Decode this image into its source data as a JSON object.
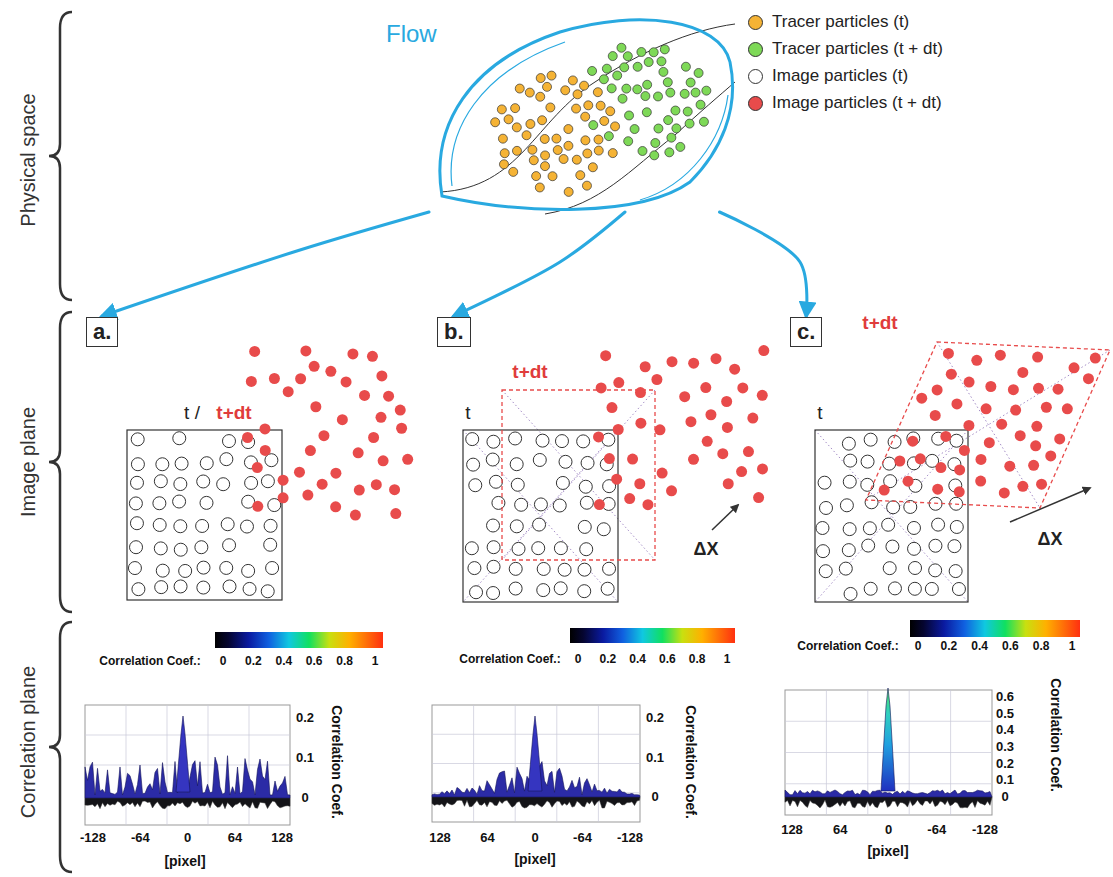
{
  "diagram": {
    "nodes": [
      {
        "text": [
          "Flow"
        ]
      },
      {
        "text": [
          "a."
        ]
      },
      {
        "text": [
          "b."
        ]
      },
      {
        "text": [
          "c."
        ]
      }
    ],
    "edges": [
      {
        "from": 0,
        "to": 1,
        "arrow": "to"
      },
      {
        "from": 0,
        "to": 2,
        "arrow": "to"
      },
      {
        "from": 0,
        "to": 3,
        "arrow": "to"
      }
    ],
    "labels": [
      "Physical space",
      "Image plane",
      "Correlation plane",
      "t /",
      "t+dt",
      "t",
      "t+dt",
      "ΔX",
      "t",
      "t+dt",
      "ΔX",
      "Correlation Coef.:",
      "0",
      "0.2",
      "0.4",
      "0.6",
      "0.8",
      "1",
      "Correlation Coef.",
      "0.2",
      "0.1",
      "0",
      "-128",
      "-64",
      "0",
      "64",
      "128",
      "[pixel]",
      "Correlation Coef.:",
      "0",
      "0.2",
      "0.4",
      "0.6",
      "0.8",
      "1",
      "Correlation Coef.",
      "0.2",
      "0.1",
      "0",
      "128",
      "64",
      "0",
      "-64",
      "-128",
      "[pixel]",
      "Correlation Coef.:",
      "0",
      "0.2",
      "0.4",
      "0.6",
      "0.8",
      "1",
      "Correlation Coef.",
      "0.6",
      "0.5",
      "0.4",
      "0.3",
      "0.2",
      "0.1",
      "0",
      "128",
      "64",
      "0",
      "-64",
      "-128",
      "[pixel]"
    ],
    "legend": [
      {
        "text": "Tracer particles (t)",
        "color": "#f5b335"
      },
      {
        "text": "Tracer particles (t + dt)",
        "color": "#7ed957"
      },
      {
        "text": "Image particles (t)",
        "color": "#ffffff"
      },
      {
        "text": "Image particles (t + dt)",
        "color": "#e84b4b"
      }
    ]
  }
}
